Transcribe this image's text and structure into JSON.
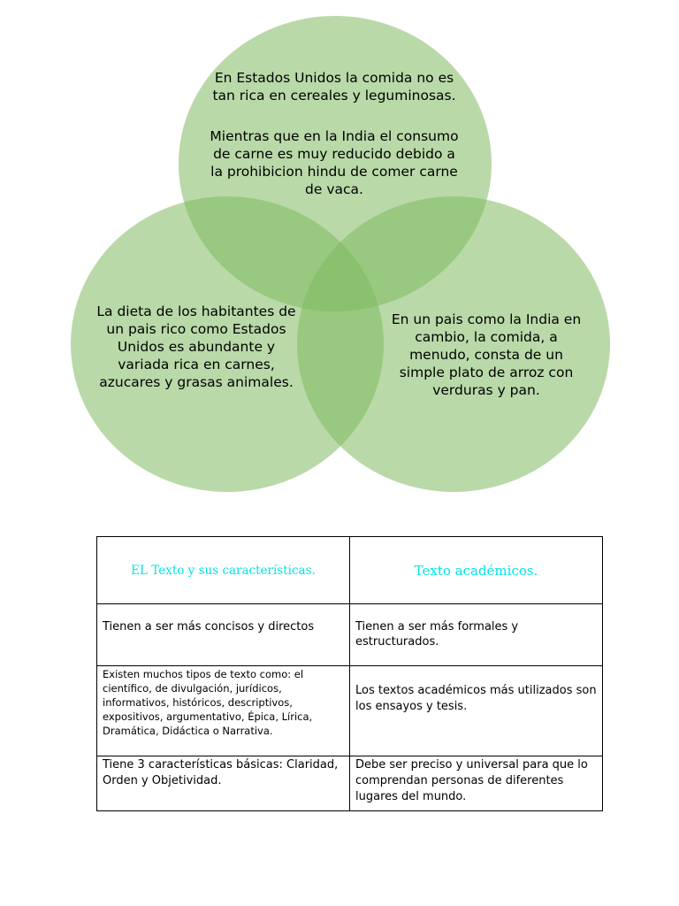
{
  "venn": {
    "top_circle": {
      "text_a": "En Estados Unidos la  comida  no es tan rica en cereales y leguminosas.",
      "text_b": "Mientras que en la India el consumo de carne es muy reducido debido a la prohibicion hindu de comer carne de vaca."
    },
    "left_circle": {
      "text": "La dieta de los habitantes de un pais rico como Estados Unidos es abundante y variada rica en carnes, azucares y grasas animales."
    },
    "right_circle": {
      "text": "En un pais como la India en cambio, la comida, a menudo, consta de un simple plato de arroz con verduras y pan."
    },
    "colors": {
      "circle_fill": "#80b960"
    }
  },
  "table": {
    "headers": [
      "EL Texto y sus características.",
      "Texto académicos."
    ],
    "header_color": "#00e5e5",
    "rows": [
      [
        "Tienen a ser más concisos y directos",
        "Tienen a ser más formales y estructurados."
      ],
      [
        "Existen muchos tipos de texto como: el científico, de divulgación, jurídicos, informativos, históricos, descriptivos, expositivos, argumentativo, Épica, Lírica, Dramática, Didáctica o Narrativa.",
        "Los textos académicos más utilizados son los ensayos y tesis."
      ],
      [
        "Tiene 3 características básicas: Claridad, Orden y Objetividad.",
        "Debe ser preciso y universal para que lo comprendan personas de diferentes lugares del mundo."
      ]
    ]
  }
}
